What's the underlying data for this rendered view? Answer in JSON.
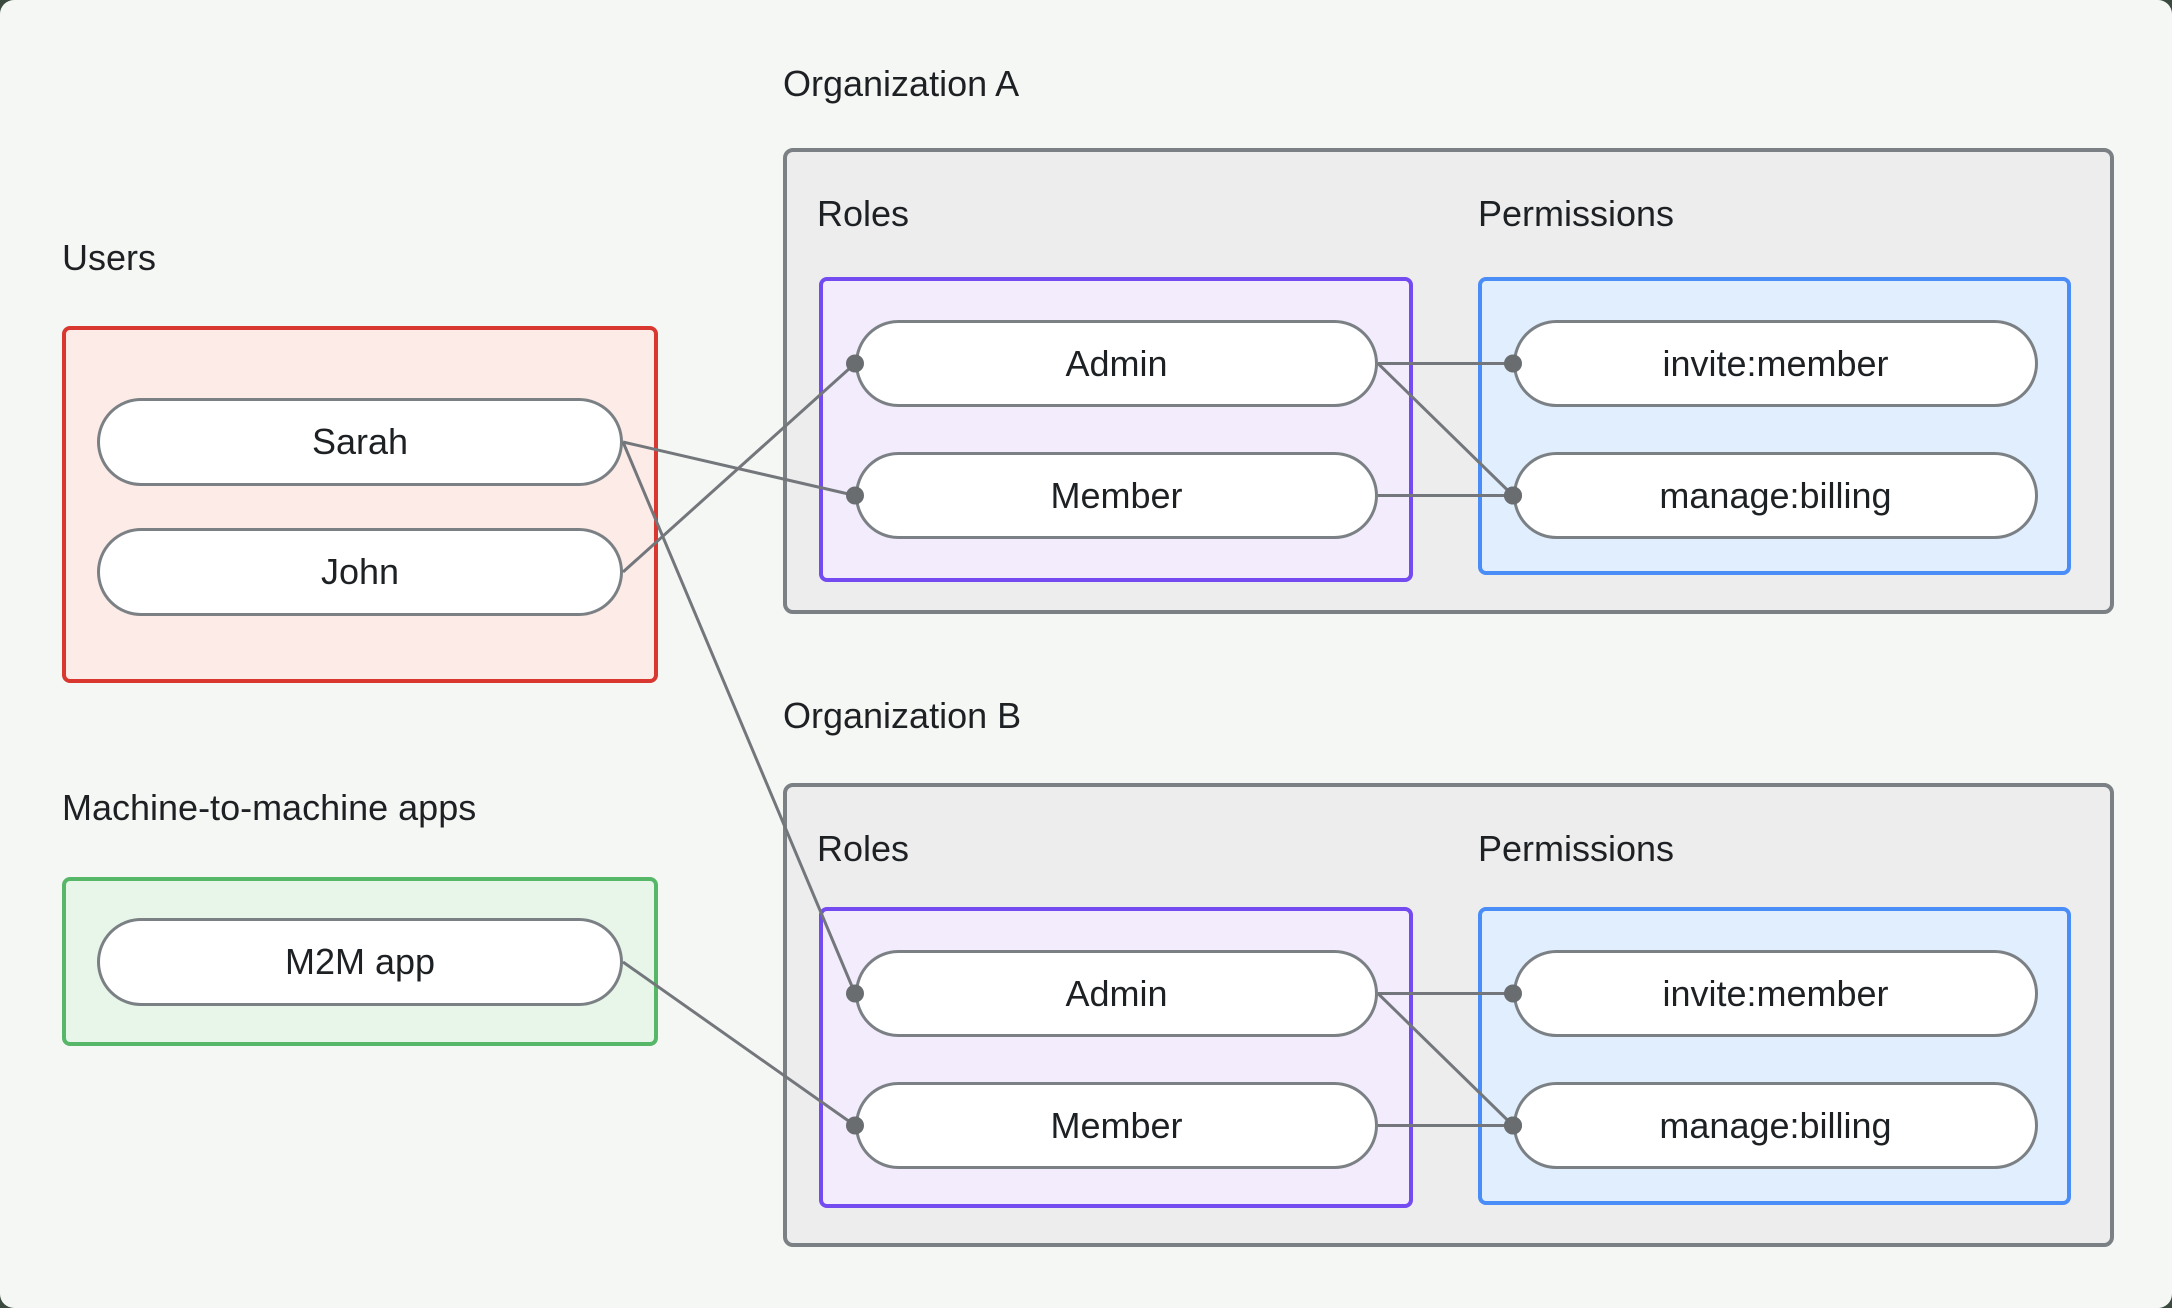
{
  "style": {
    "css_vars": {
      "bg": "#f5f7f4",
      "outside": "#3a4a3e",
      "text": "#1e2124",
      "gray-border": "#7b8084",
      "gray-fill": "#ededee",
      "red-border": "#d93831",
      "red-fill": "#fdebe8",
      "purple-border": "#744af1",
      "purple-fill": "#f2ecfd",
      "blue-border": "#4b8df7",
      "blue-fill": "#e0eefd",
      "green-border": "#57b768",
      "green-fill": "#e7f6e9",
      "pill-border": "#7b8084",
      "pill-fill": "#ffffff",
      "line": "#73777b",
      "dot": "#696d70"
    },
    "line_width": 3,
    "dot_radius": 9
  },
  "groups": {
    "users": {
      "label": "Users",
      "nodes": [
        {
          "id": "sarah",
          "label": "Sarah"
        },
        {
          "id": "john",
          "label": "John"
        }
      ]
    },
    "m2m_apps": {
      "label": "Machine-to-machine apps",
      "nodes": [
        {
          "id": "m2m-app",
          "label": "M2M app"
        }
      ]
    },
    "org_a": {
      "label": "Organization A",
      "roles_label": "Roles",
      "permissions_label": "Permissions",
      "roles": [
        {
          "id": "orgA-admin",
          "label": "Admin"
        },
        {
          "id": "orgA-member",
          "label": "Member"
        }
      ],
      "permissions": [
        {
          "id": "orgA-invite",
          "label": "invite:member"
        },
        {
          "id": "orgA-billing",
          "label": "manage:billing"
        }
      ]
    },
    "org_b": {
      "label": "Organization B",
      "roles_label": "Roles",
      "permissions_label": "Permissions",
      "roles": [
        {
          "id": "orgB-admin",
          "label": "Admin"
        },
        {
          "id": "orgB-member",
          "label": "Member"
        }
      ],
      "permissions": [
        {
          "id": "orgB-invite",
          "label": "invite:member"
        },
        {
          "id": "orgB-billing",
          "label": "manage:billing"
        }
      ]
    }
  },
  "edges": [
    {
      "from": "sarah",
      "to": "orgA-member"
    },
    {
      "from": "john",
      "to": "orgA-admin"
    },
    {
      "from": "sarah",
      "to": "orgB-admin"
    },
    {
      "from": "m2m-app",
      "to": "orgB-member"
    },
    {
      "from": "orgA-admin",
      "to": "orgA-invite"
    },
    {
      "from": "orgA-admin",
      "to": "orgA-billing"
    },
    {
      "from": "orgA-member",
      "to": "orgA-billing"
    },
    {
      "from": "orgB-admin",
      "to": "orgB-invite"
    },
    {
      "from": "orgB-admin",
      "to": "orgB-billing"
    },
    {
      "from": "orgB-member",
      "to": "orgB-billing"
    }
  ]
}
